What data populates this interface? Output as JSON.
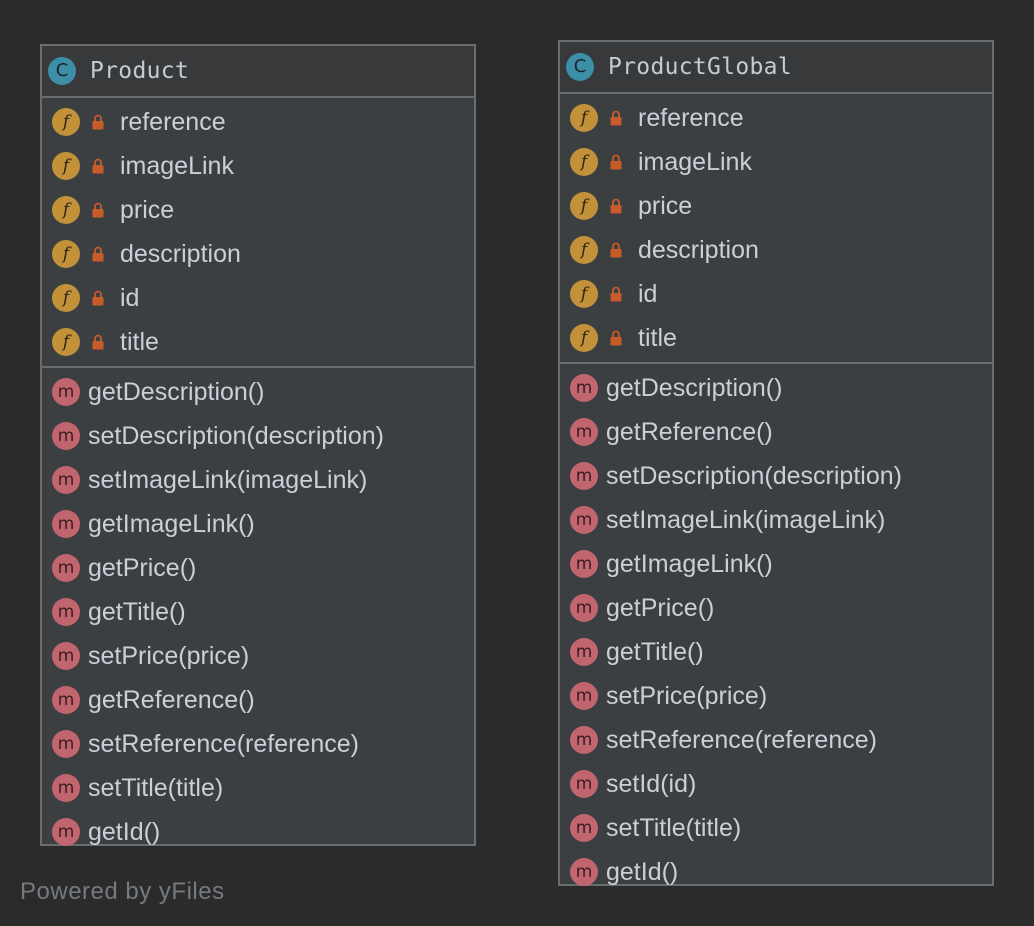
{
  "classes": [
    {
      "icon": "C",
      "name": "Product",
      "fields": [
        "reference",
        "imageLink",
        "price",
        "description",
        "id",
        "title"
      ],
      "methods": [
        "getDescription()",
        "setDescription(description)",
        "setImageLink(imageLink)",
        "getImageLink()",
        "getPrice()",
        "getTitle()",
        "setPrice(price)",
        "getReference()",
        "setReference(reference)",
        "setTitle(title)",
        "getId()"
      ]
    },
    {
      "icon": "C",
      "name": "ProductGlobal",
      "fields": [
        "reference",
        "imageLink",
        "price",
        "description",
        "id",
        "title"
      ],
      "methods": [
        "getDescription()",
        "getReference()",
        "setDescription(description)",
        "setImageLink(imageLink)",
        "getImageLink()",
        "getPrice()",
        "getTitle()",
        "setPrice(price)",
        "setReference(reference)",
        "setId(id)",
        "setTitle(title)",
        "getId()"
      ]
    }
  ],
  "field_icon": "f",
  "method_icon": "m",
  "footer": "Powered by yFiles",
  "colors": {
    "background": "#2b2b2b",
    "box": "#3c3f41",
    "border": "#6a6d70",
    "class_icon": "#3d8fa8",
    "field_icon": "#c2913a",
    "method_icon": "#c1656f",
    "lock": "#c75b2a"
  }
}
